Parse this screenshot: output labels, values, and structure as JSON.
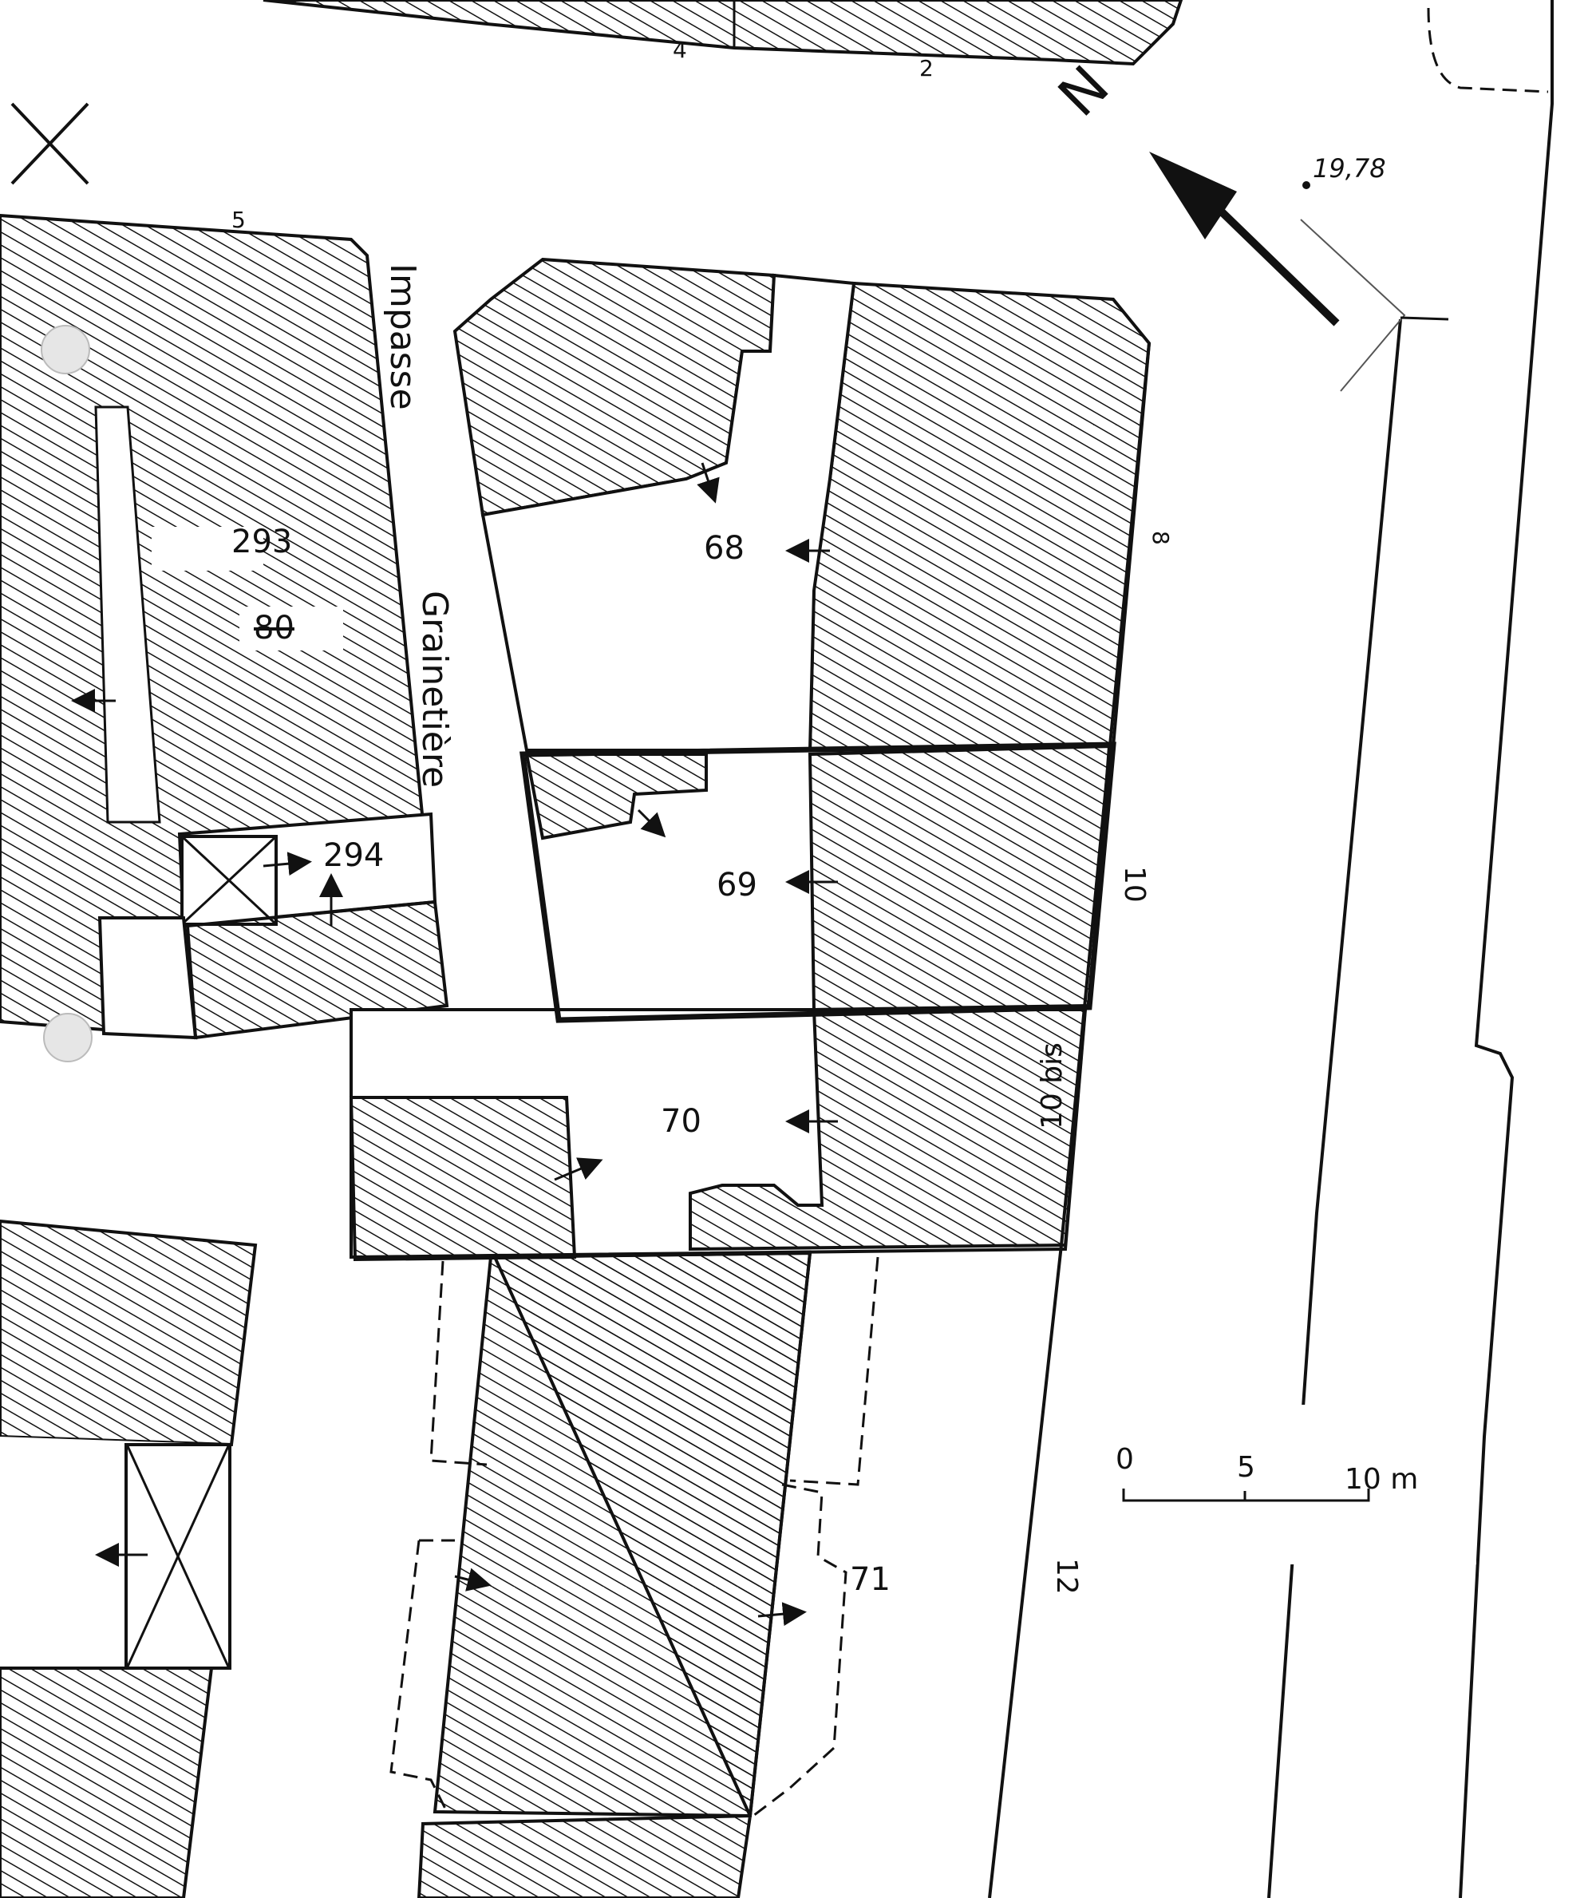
{
  "map": {
    "north_label": "N",
    "elevation": "19,78",
    "streets": {
      "impasse": "Impasse",
      "grainetiere": "Grainetière"
    },
    "parcels": {
      "p293": "293",
      "p80": "80",
      "p294": "294",
      "p68": "68",
      "p69": "69",
      "p70": "70",
      "p71": "71"
    },
    "house_numbers": {
      "n4": "4",
      "n2": "2",
      "n5": "5",
      "n8": "8",
      "n10": "10",
      "n10bis": "10 bis",
      "n12": "12"
    },
    "scale_bar": {
      "t0": "0",
      "t5": "5",
      "t10": "10 m"
    }
  }
}
